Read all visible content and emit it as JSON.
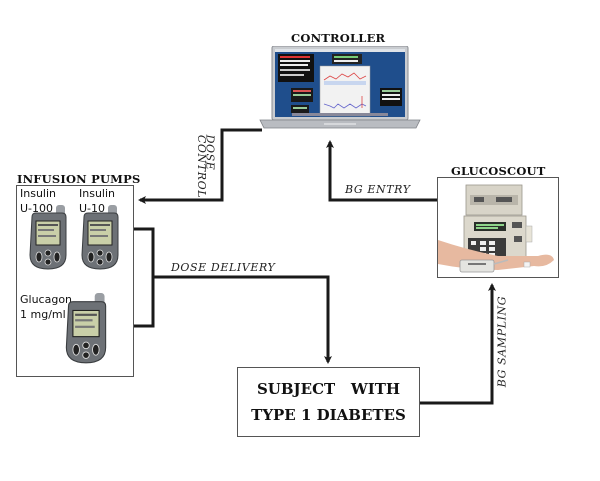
{
  "controller": {
    "title": "CONTROLLER",
    "device_icon": "laptop-icon"
  },
  "infusion_pumps": {
    "title": "INFUSION PUMPS",
    "pumps": [
      {
        "line1": "Insulin",
        "line2": "U-100"
      },
      {
        "line1": "Insulin",
        "line2": "U-10"
      },
      {
        "line1": "Glucagon",
        "line2": "1 mg/ml"
      }
    ]
  },
  "glucoscout": {
    "title": "GLUCOSCOUT",
    "device_icon": "glucose-monitor-icon"
  },
  "subject": {
    "line1": "SUBJECT   WITH",
    "line2": "TYPE 1 DIABETES"
  },
  "connections": {
    "control_dose": {
      "line1": "CONTROL",
      "line2": "DOSE"
    },
    "bg_entry": "BG  ENTRY",
    "dose_delivery": "DOSE  DELIVERY",
    "bg_sampling": "BG  SAMPLING"
  },
  "colors": {
    "line": "#1a1a1a",
    "box_border": "#555555",
    "screen_blue": "#1f4e8c"
  }
}
